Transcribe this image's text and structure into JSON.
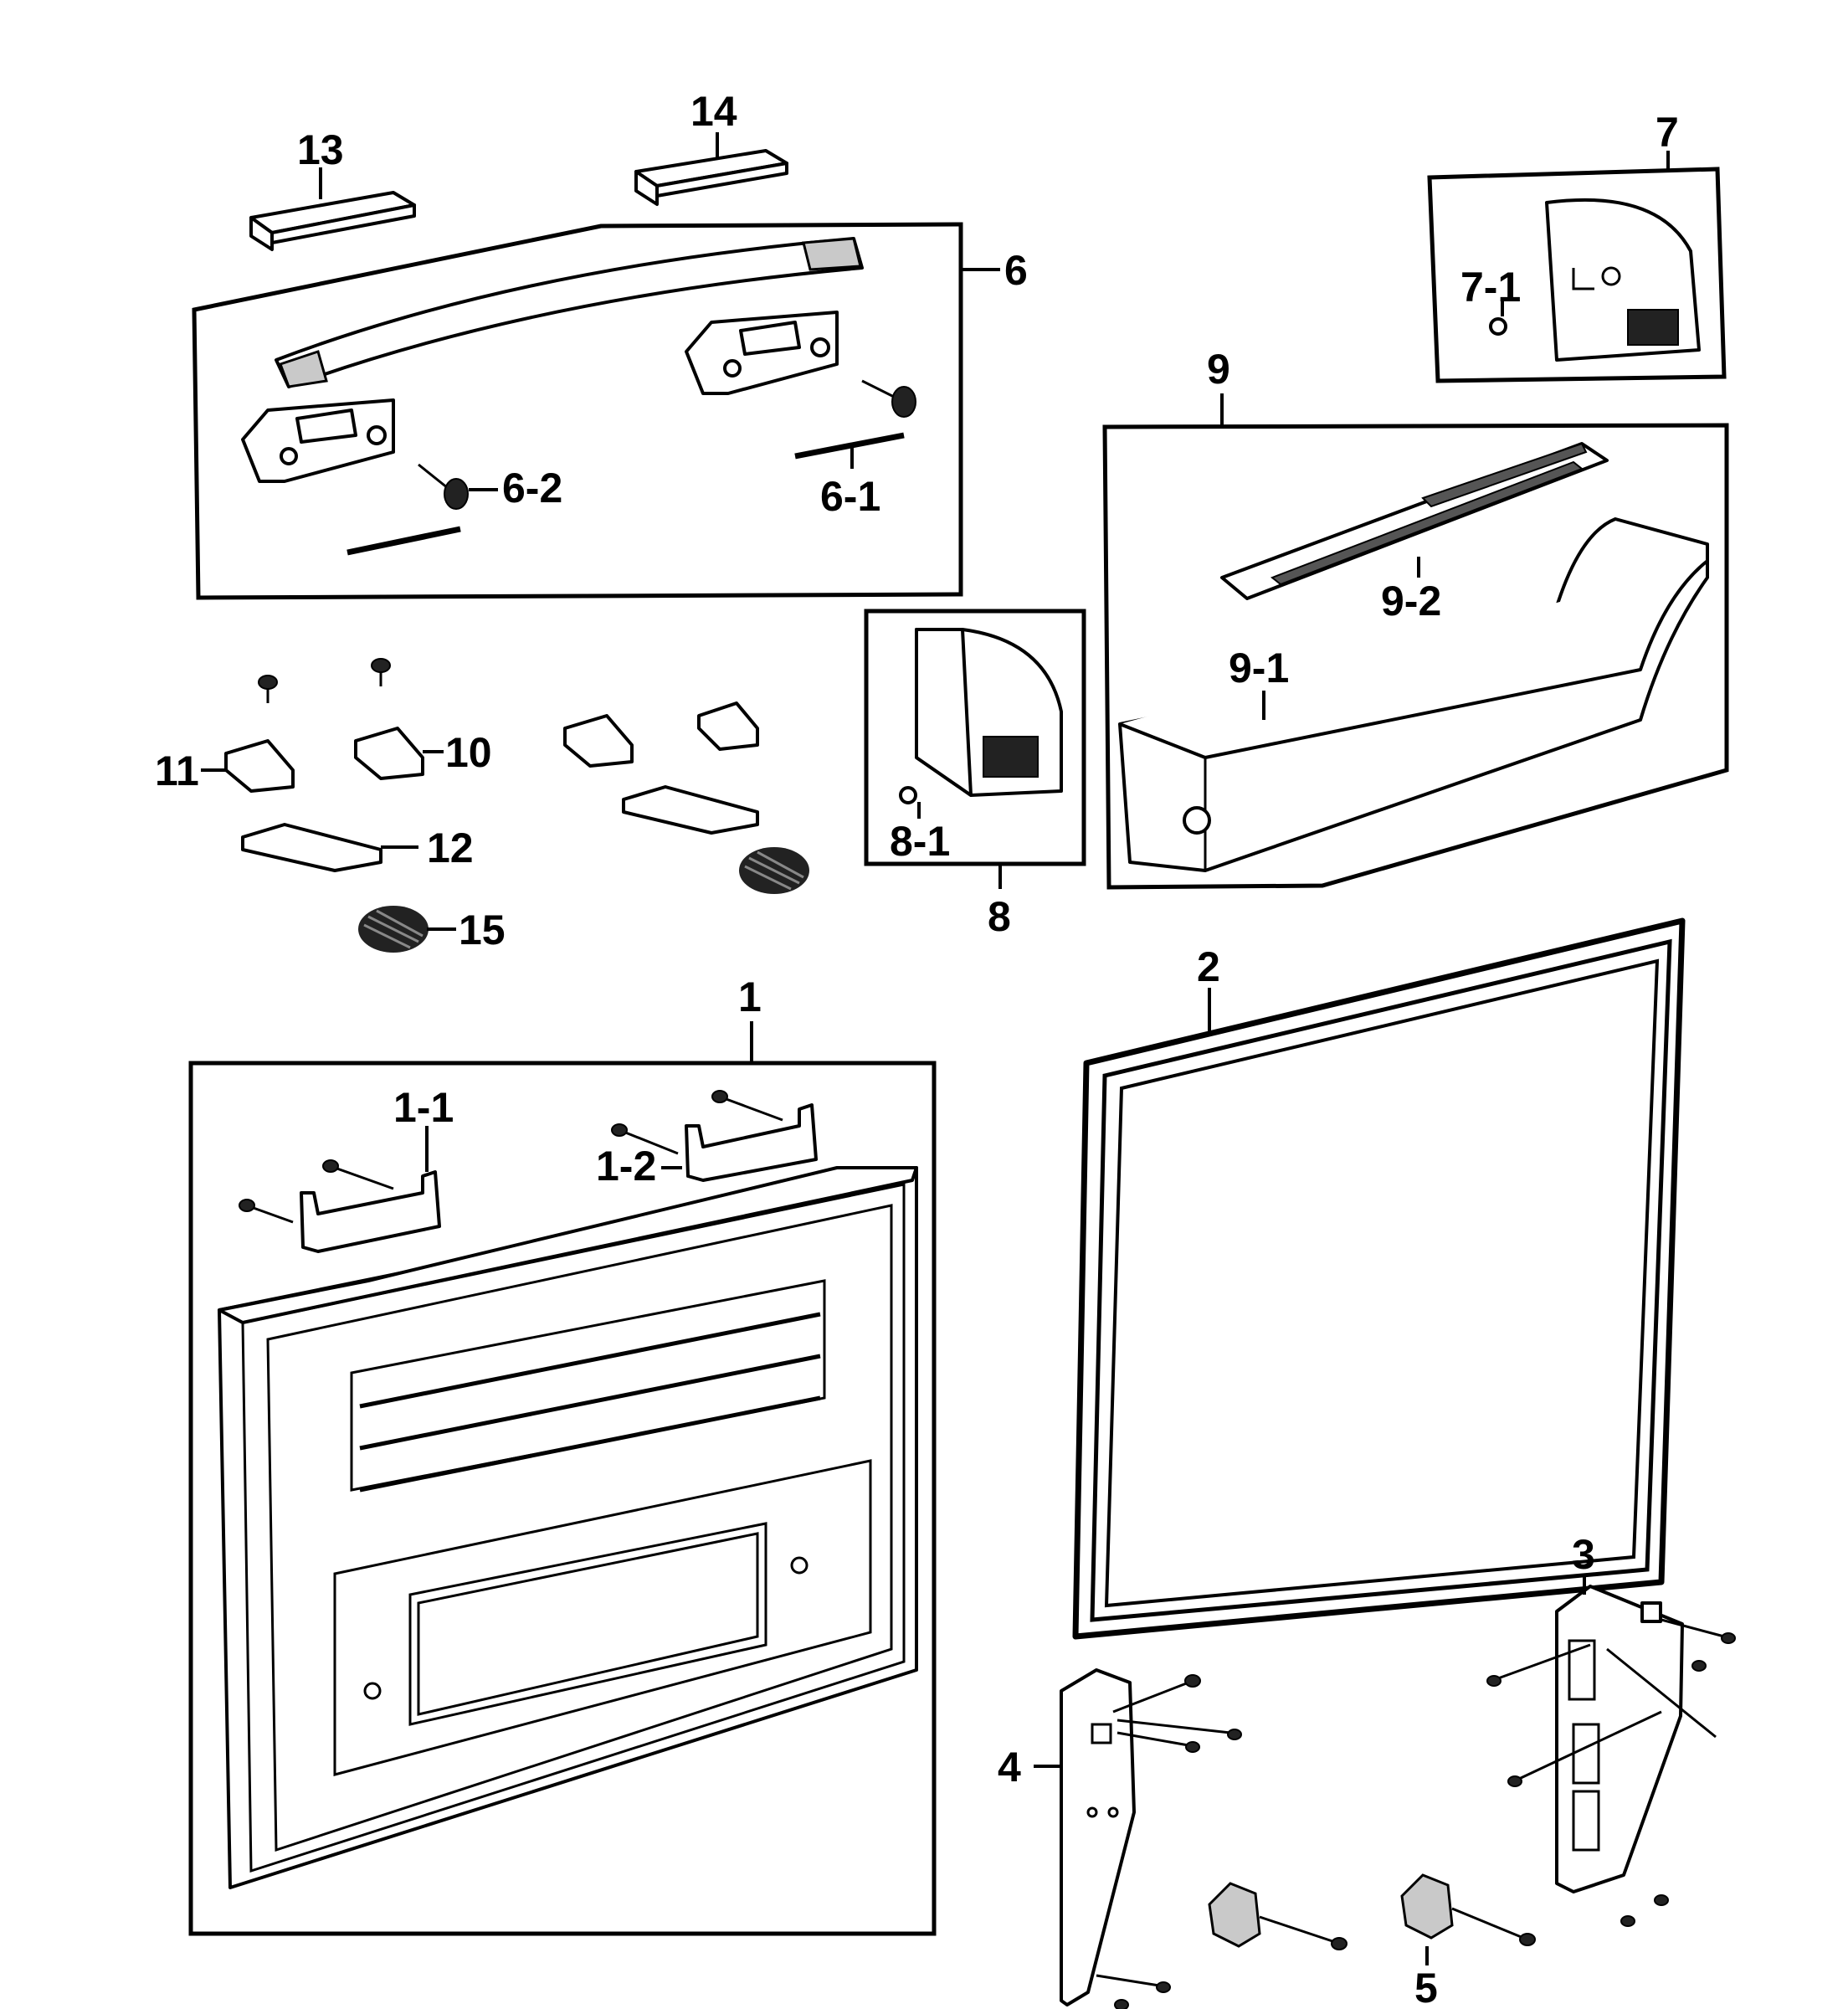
{
  "labels": {
    "l1": "1",
    "l1_1": "1-1",
    "l1_2": "1-2",
    "l2": "2",
    "l3": "3",
    "l4": "4",
    "l5": "5",
    "l6": "6",
    "l6_1": "6-1",
    "l6_2": "6-2",
    "l7": "7",
    "l7_1": "7-1",
    "l8": "8",
    "l8_1": "8-1",
    "l9": "9",
    "l9_1": "9-1",
    "l9_2": "9-2",
    "l10": "10",
    "l11": "11",
    "l12": "12",
    "l13": "13",
    "l14": "14",
    "l15": "15"
  }
}
